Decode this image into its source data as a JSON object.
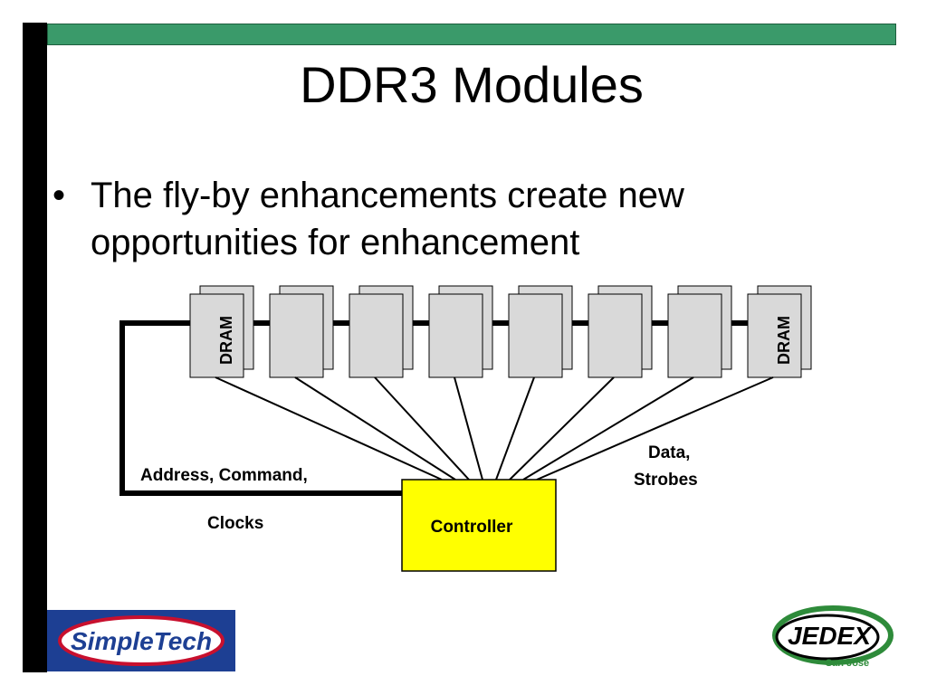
{
  "slide": {
    "title": "DDR3 Modules",
    "bullet": "The fly-by enhancements create new opportunities for enhancement"
  },
  "diagram": {
    "dram_label": "DRAM",
    "controller_label": "Controller",
    "address_label": "Address, Command,",
    "clocks_label": "Clocks",
    "data_label": "Data,",
    "strobes_label": "Strobes"
  },
  "logos": {
    "left_brand": "SimpleTech",
    "right_brand": "JEDEX",
    "right_sub": "San Jose"
  },
  "colors": {
    "accent_bar": "#3a9a6a",
    "controller_fill": "#ffff00",
    "dram_fill": "#d9d9d9"
  }
}
